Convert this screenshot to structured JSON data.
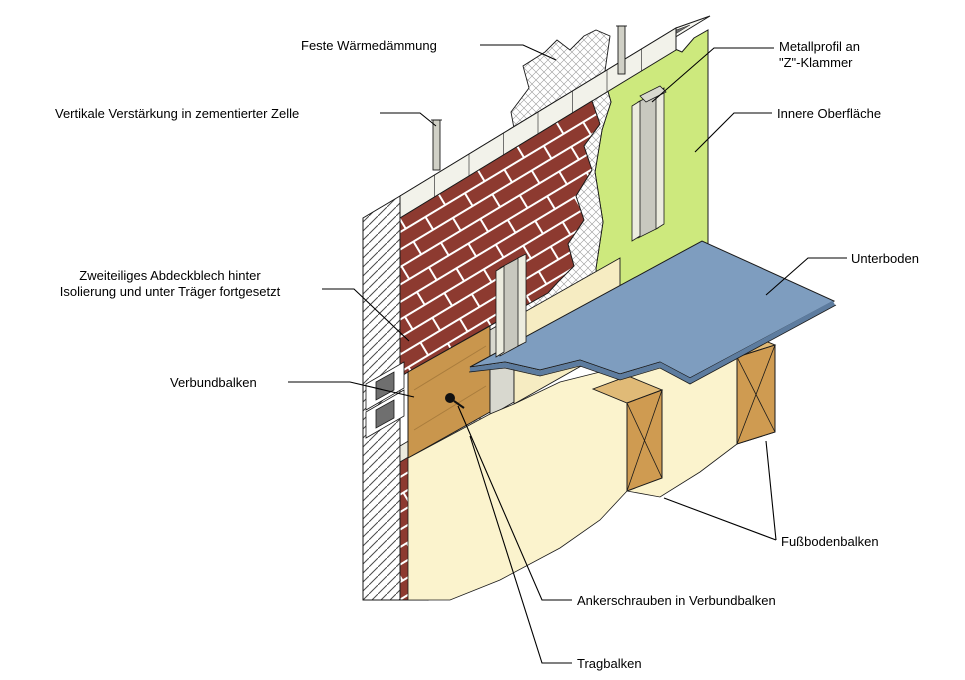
{
  "labels": {
    "feste_waermedaemmung": "Feste Wärmedämmung",
    "vertikale_verstaerkung": "Vertikale Verstärkung in zementierter Zelle",
    "metallprofil": {
      "line1": "Metallprofil an",
      "line2": "\"Z\"-Klammer"
    },
    "innere_oberflaeche": "Innere Oberfläche",
    "unterboden": "Unterboden",
    "abdeckblech": {
      "line1": "Zweiteiliges Abdeckblech hinter",
      "line2": "Isolierung und unter Träger fortgesetzt"
    },
    "verbundbalken": "Verbundbalken",
    "fussbodenbalken": "Fußbodenbalken",
    "ankerschrauben": "Ankerschrauben in Verbundbalken",
    "tragbalken": "Tragbalken"
  },
  "colors": {
    "background": "#ffffff",
    "brick": "#8d3a30",
    "mortar": "#ffffff",
    "block_cell": "#6f6f6f",
    "inner_surface_green": "#cde97d",
    "subfloor_blue": "#7e9dbf",
    "subfloor_edge": "#5d7c9f",
    "wood": "#c9964d",
    "wood_top": "#e0ba77",
    "cream": "#fbf3cd",
    "metal": "#c8c8bf",
    "metal_light": "#ececdf",
    "outline": "#1a1a1a"
  }
}
